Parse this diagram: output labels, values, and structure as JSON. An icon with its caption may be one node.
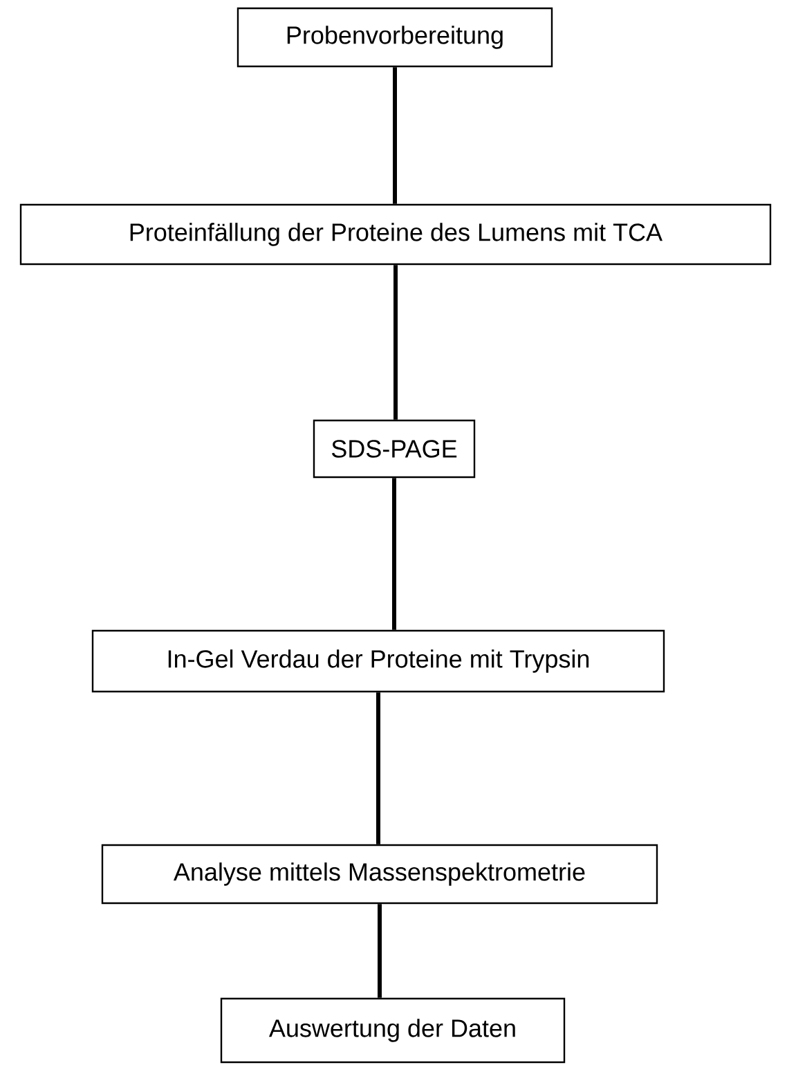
{
  "diagram": {
    "nodes": [
      {
        "text": [
          "Probenvorbereitung"
        ]
      },
      {
        "text": [
          "Proteinfällung der Proteine des Lumens mit TCA"
        ]
      },
      {
        "text": [
          "SDS-PAGE"
        ]
      },
      {
        "text": [
          "In-Gel Verdau der Proteine mit Trypsin"
        ]
      },
      {
        "text": [
          "Analyse mittels Massenspektrometrie"
        ]
      },
      {
        "text": [
          "Auswertung der Daten"
        ]
      }
    ],
    "edges": [
      {
        "from": 0,
        "to": 1,
        "arrow": "none"
      },
      {
        "from": 1,
        "to": 2,
        "arrow": "none"
      },
      {
        "from": 2,
        "to": 3,
        "arrow": "none"
      },
      {
        "from": 3,
        "to": 4,
        "arrow": "none"
      },
      {
        "from": 4,
        "to": 5,
        "arrow": "none"
      }
    ]
  }
}
